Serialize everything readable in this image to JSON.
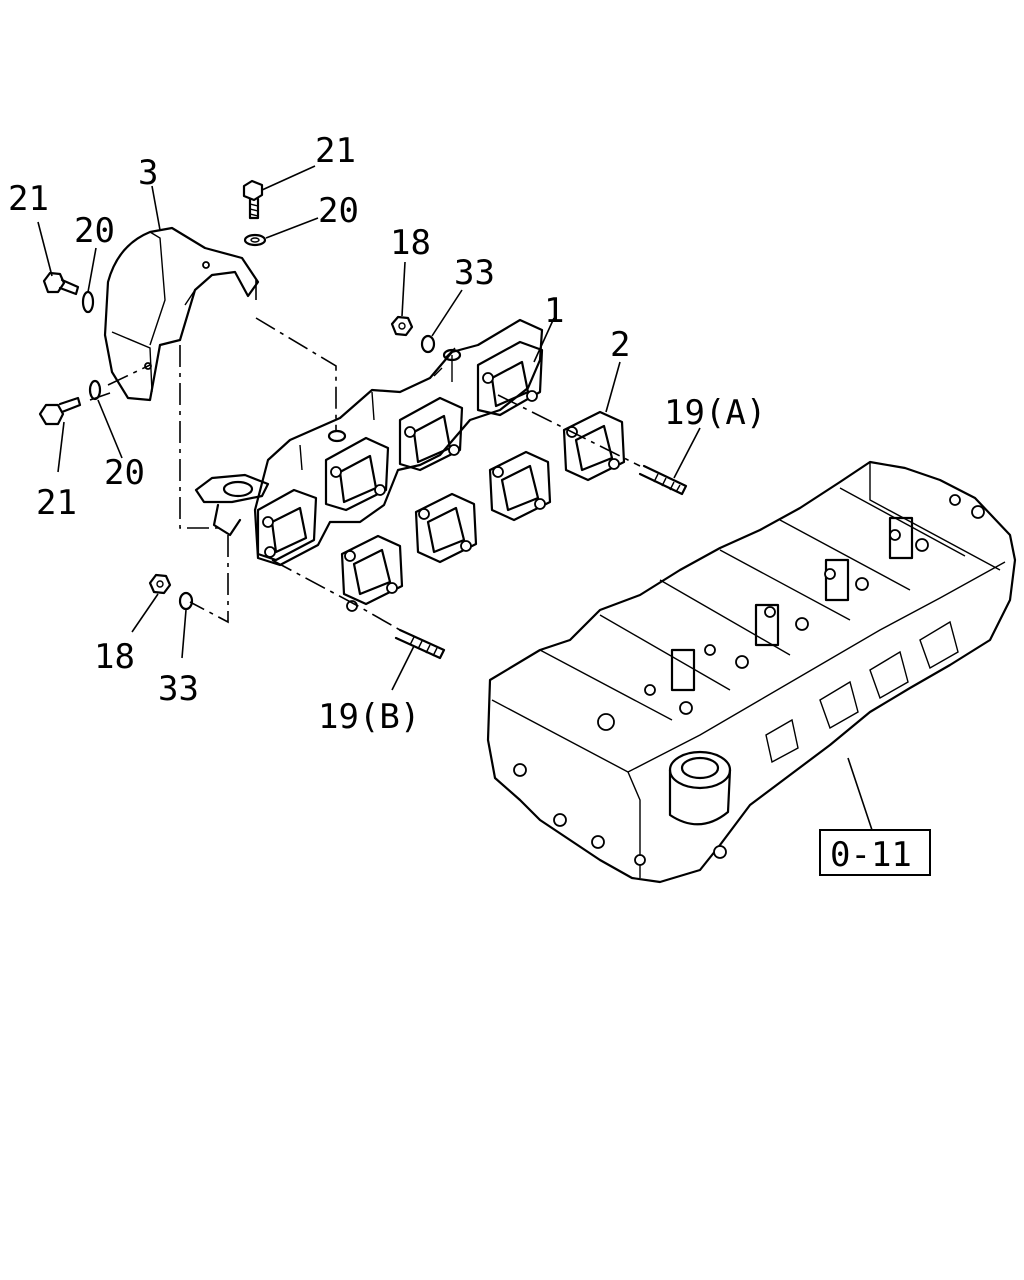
{
  "callouts": {
    "c21_top": "21",
    "c20_top": "20",
    "c3": "3",
    "c21_left": "21",
    "c20_left": "20",
    "c20_lower": "20",
    "c21_lower": "21",
    "c18_top": "18",
    "c33_top": "33",
    "c1": "1",
    "c2": "2",
    "c19a": "19(A)",
    "c18_bottom": "18",
    "c33_bottom": "33",
    "c19b": "19(B)"
  },
  "reference_box": {
    "label": "0-11"
  }
}
